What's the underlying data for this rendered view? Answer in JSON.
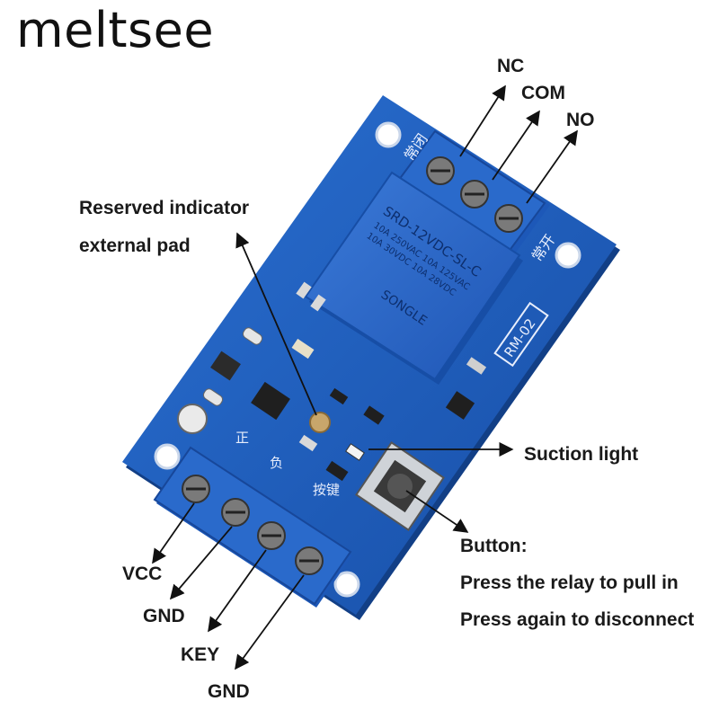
{
  "brand": {
    "name": "meltsee"
  },
  "labels": {
    "nc": "NC",
    "com": "COM",
    "no": "NO",
    "reserved_1": "Reserved indicator",
    "reserved_2": "external pad",
    "suction": "Suction light",
    "button_title": "Button:",
    "button_line1": "Press the relay to pull in",
    "button_line2": "Press again to disconnect",
    "vcc": "VCC",
    "gnd1": "GND",
    "key": "KEY",
    "gnd2": "GND"
  },
  "relay": {
    "model": "SRD-12VDC-SL-C",
    "spec1": "10A 250VAC  10A 125VAC",
    "spec2": "10A 30VDC  10A 28VDC",
    "brand": "SONGLE",
    "board_code": "RM-02"
  },
  "silkscreen": {
    "nc_cn": "常闭",
    "no_cn": "常开",
    "pos_cn": "正",
    "neg_cn": "负",
    "key_cn": "按键"
  },
  "colors": {
    "pcb": "#1f5fc2",
    "pcb_dark": "#17479a",
    "relay": "#2a64c9",
    "terminal": "#2563c4"
  }
}
